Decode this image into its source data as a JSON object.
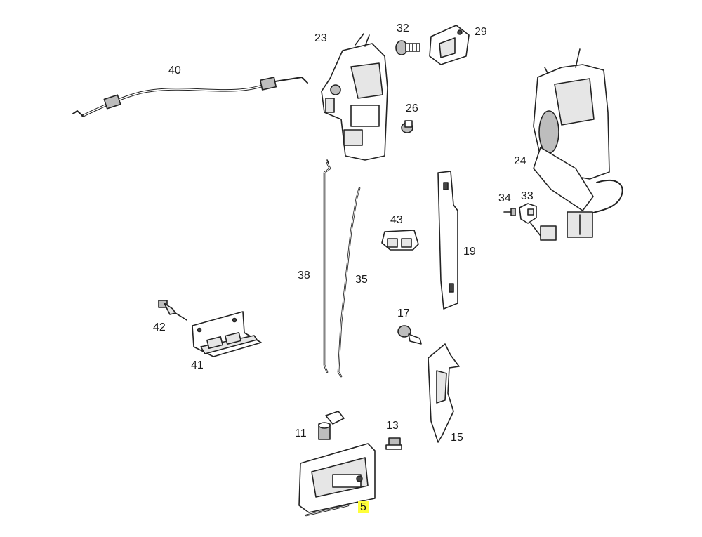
{
  "labels": {
    "p40": "40",
    "p23": "23",
    "p32": "32",
    "p29": "29",
    "p26": "26",
    "p24": "24",
    "p34": "34",
    "p33": "33",
    "p43": "43",
    "p19": "19",
    "p38": "38",
    "p35": "35",
    "p42": "42",
    "p41": "41",
    "p17": "17",
    "p11": "11",
    "p13": "13",
    "p15": "15",
    "p5": "5"
  },
  "highlight_color": "#ffff3a"
}
